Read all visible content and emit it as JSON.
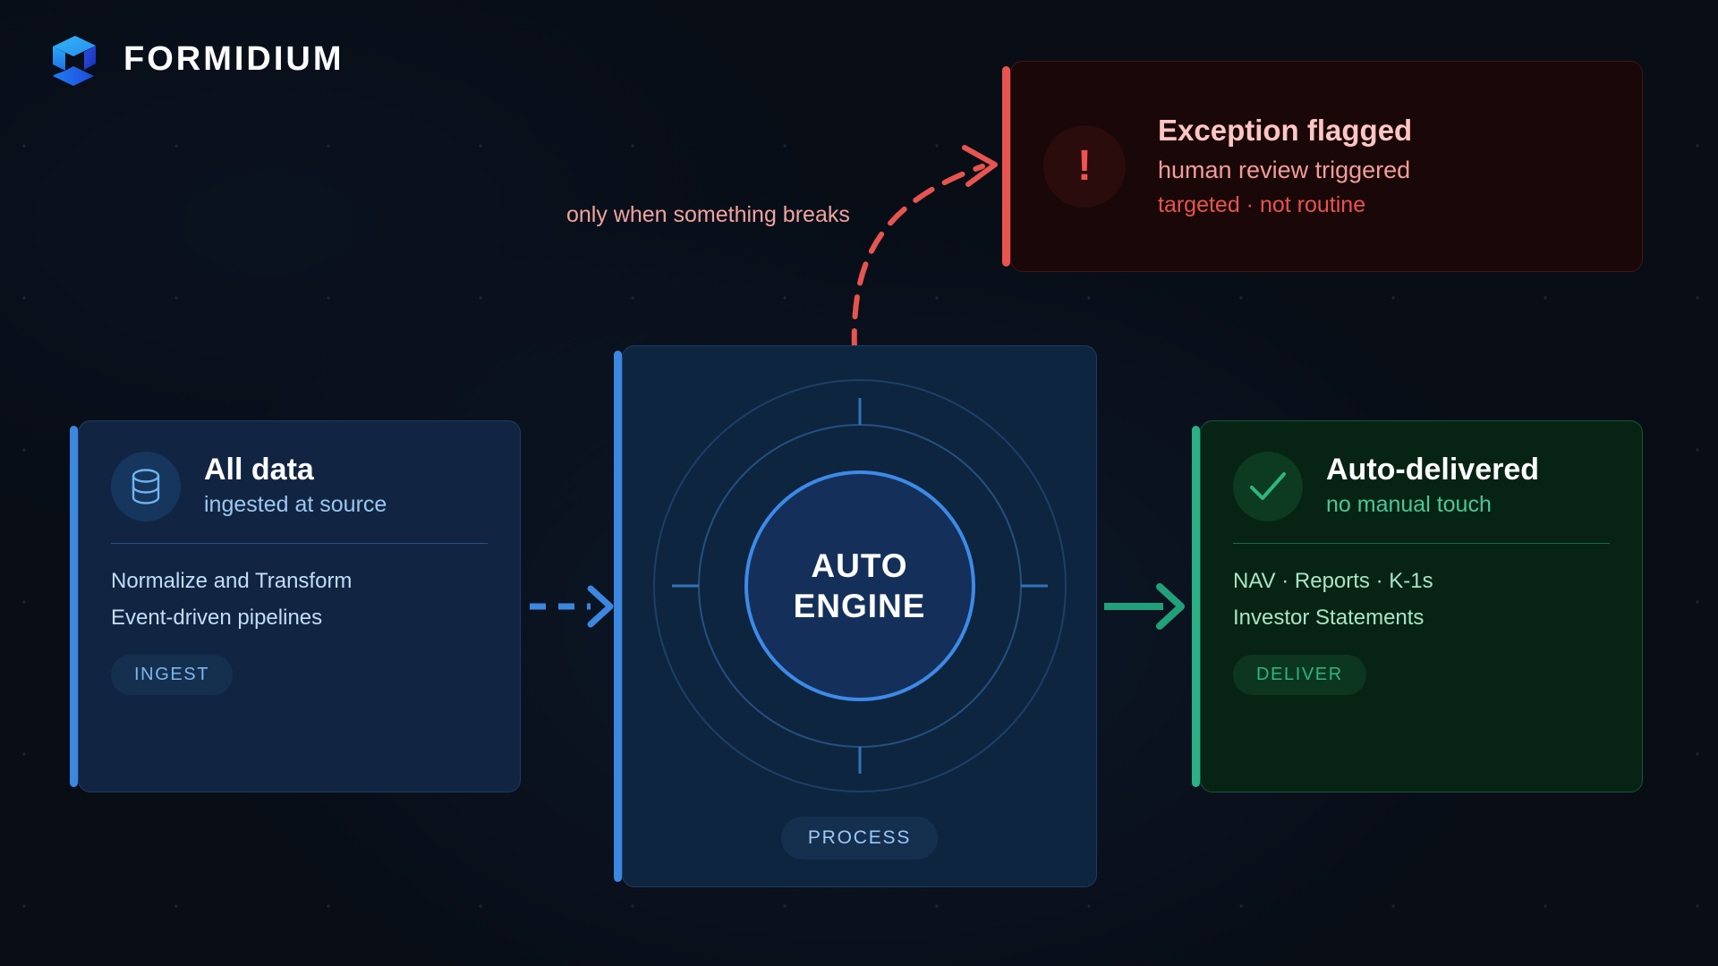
{
  "brand": {
    "name": "FORMIDIUM",
    "logo_icon": "isometric-cube-icon",
    "logo_colors": [
      "#22a9f0",
      "#1f6fe8",
      "#1b3fd6"
    ]
  },
  "colors": {
    "background": "#080d16",
    "ingest_accent": "#3c87e0",
    "process_accent": "#3d8ae8",
    "deliver_accent": "#2bb183",
    "exception_accent": "#e8544f"
  },
  "stages": {
    "ingest": {
      "icon": "database-icon",
      "title": "All data",
      "subtitle": "ingested at source",
      "lines": [
        "Normalize and Transform",
        "Event-driven pipelines"
      ],
      "pill": "INGEST"
    },
    "process": {
      "label_line1": "AUTO",
      "label_line2": "ENGINE",
      "pill": "PROCESS"
    },
    "deliver": {
      "icon": "check-icon",
      "title": "Auto-delivered",
      "subtitle": "no manual touch",
      "lines": [
        "NAV · Reports · K-1s",
        "Investor Statements"
      ],
      "pill": "DELIVER"
    },
    "exception": {
      "icon": "exclamation-icon",
      "icon_glyph": "!",
      "title": "Exception flagged",
      "subtitle": "human review triggered",
      "meta": "targeted · not routine"
    }
  },
  "connectors": {
    "ingest_to_process": {
      "style": "dashed",
      "color": "#3c87e0",
      "direction": "right"
    },
    "process_to_deliver": {
      "style": "solid",
      "color": "#2bb183",
      "direction": "right"
    },
    "process_to_exception": {
      "style": "dashed-curve",
      "color": "#e8544f",
      "direction": "up-right",
      "label": "only when something breaks"
    }
  }
}
